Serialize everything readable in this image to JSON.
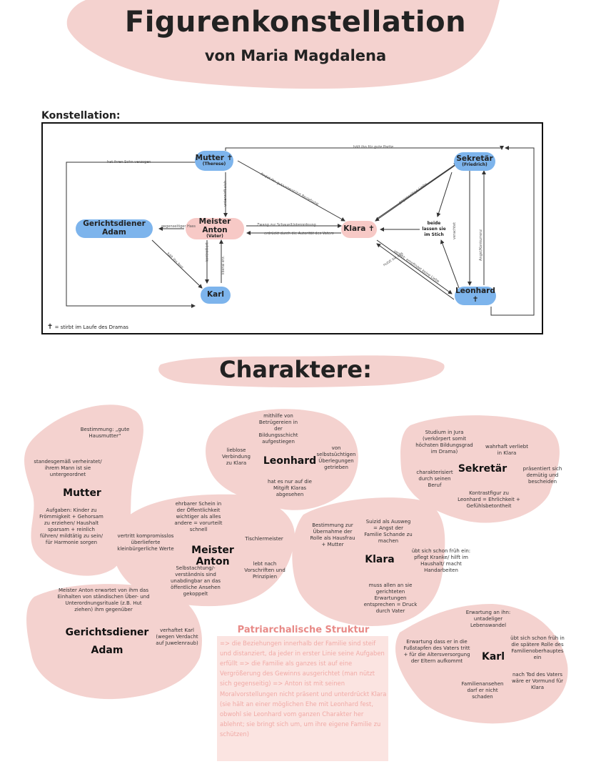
{
  "header": {
    "title": "Figurenkonstellation",
    "subtitle": "von Maria Magdalena"
  },
  "konstellation": {
    "label": "Konstellation:",
    "legend": "= stirbt im Laufe des Dramas",
    "nodes": {
      "mutter": {
        "name": "Mutter",
        "sub": "(Therese)"
      },
      "sekretaer": {
        "name": "Sekretär",
        "sub": "(Friedrich)"
      },
      "gerichtsdiener": {
        "name": "Gerichtsdiener Adam"
      },
      "anton": {
        "name": "Meister Anton",
        "sub": "(Vater)"
      },
      "klara": {
        "name": "Klara"
      },
      "karl": {
        "name": "Karl"
      },
      "leonhard": {
        "name": "Leonhard"
      },
      "beide": {
        "name": "beide lassen sie im Stich"
      }
    },
    "edges": {
      "top": "hält ihn für gute Partie",
      "mutter_karl": "hat ihren Sohn verzogen",
      "mutter_klara": "findet ihn gut/unterstützt Beziehung",
      "mutter_anton": "unterwirft sich",
      "adam_anton": "gegenseitiger Hass",
      "anton_klara_1": "Zwang zur Schaue/Unterordnung",
      "anton_klara_2": "erdrückt durch die Autorität des Vaters",
      "anton_karl_1": "kontrolliert",
      "anton_karl_2": "liberal erz.",
      "adam_karl": "hält ihn fest",
      "sek_klara": "gegenseitige Liebe",
      "sek_leonhard_1": "verachtet",
      "sek_leonhard_2": "Angst/Konkurrenz",
      "leonhard_klara_1": "verlobt; empfindet keine Liebe",
      "leonhard_klara_2": "nutzt sie aus"
    }
  },
  "charaktere": {
    "heading": "Charaktere:",
    "mutter": {
      "name": "Mutter",
      "t1": "Bestimmung: „gute Hausmutter“",
      "t2": "standesgemäß verheiratet/ ihrem Mann ist sie untergeordnet",
      "t3": "Aufgaben: Kinder zu Frömmigkeit + Gehorsam zu erziehen/ Haushalt sparsam + reinlich führen/ mildtätig zu sein/ für Harmonie sorgen"
    },
    "leonhard": {
      "name": "Leonhard",
      "t1": "mithilfe von Betrügereien in der Bildungsschicht aufgestiegen",
      "t2": "lieblose Verbindung zu Klara",
      "t3": "von selbstsüchtigen Überlegungen getrieben",
      "t4": "hat es nur auf die Mitgift Klaras abgesehen"
    },
    "sekretaer": {
      "name": "Sekretär",
      "t1": "Studium in Jura (verkörpert somit höchsten Bildungsgrad im Drama)",
      "t2": "wahrhaft verliebt in Klara",
      "t3": "charakterisiert durch seinen Beruf",
      "t4": "präsentiert sich demütig und bescheiden",
      "t5": "Kontrastfigur zu Leonhard = Ehrlichkeit + Gefühlsbetontheit"
    },
    "anton": {
      "name": "Meister Anton",
      "t1": "ehrbarer Schein in der Öffentlichkeit wichtiger als alles andere = vorurteilt schnell",
      "t2": "vertritt kompromisslos überlieferte kleinbürgerliche Werte",
      "t3": "Tischlermeister",
      "t4": "Selbstachtung/-verständnis sind unabdingbar an das öffentliche Ansehen gekoppelt",
      "t5": "lebt nach Vorschriften und Prinzipien"
    },
    "klara": {
      "name": "Klara",
      "t1": "Bestimmung zur Übernahme der Rolle als Hausfrau + Mutter",
      "t2": "Suizid als Ausweg = Angst der Familie Schande zu machen",
      "t3": "übt sich schon früh ein: pflegt Kranke/ hilft im Haushalt/ macht Handarbeiten",
      "t4": "muss allen an sie gerichteten Erwartungen entsprechen = Druck durch Vater"
    },
    "adam": {
      "name1": "Gerichtsdiener",
      "name2": "Adam",
      "t1": "Meister Anton erwartet von ihm das Einhalten von ständischen Über- und Unterordnungsrituale (z.B. Hut ziehen) ihm gegenüber",
      "t2": "verhaftet Karl (wegen Verdacht auf Juwelenraub)"
    },
    "karl": {
      "name": "Karl",
      "t1": "Erwartung an ihn: untadeliger Lebenswandel",
      "t2": "Erwartung dass er in die Fußstapfen des Vaters tritt + für die Altersversorgung der Eltern aufkommt",
      "t3": "übt sich schon früh in die spätere Rolle des Familienoberhauptes ein",
      "t4": "Familienansehen darf er nicht schaden",
      "t5": "nach Tod des Vaters wäre er Vormund für Klara"
    }
  },
  "patriarchalisch": {
    "title": "Patriarchalische Struktur",
    "text": "=> die Beziehungen innerhalb der Familie sind steif und distanziert, da jeder in erster Linie seine Aufgaben erfüllt => die Familie als ganzes ist auf eine Vergrößerung des Gewinns ausgerichtet (man nützt sich gegenseitig) => Anton ist mit seinen Moralvorstellungen nicht präsent und unterdrückt Klara (sie hält an einer möglichen Ehe mit Leonhard fest, obwohl sie Leonhard vom ganzen Charakter her ablehnt; sie bringt sich um, um ihre eigene Familie zu schützen)"
  },
  "colors": {
    "blue_node": "#7db4ec",
    "pink_node": "#f7c9c6",
    "blob": "#f4d2cf",
    "accent_text": "#e88a87"
  },
  "icons": {
    "death": "cross-icon"
  }
}
